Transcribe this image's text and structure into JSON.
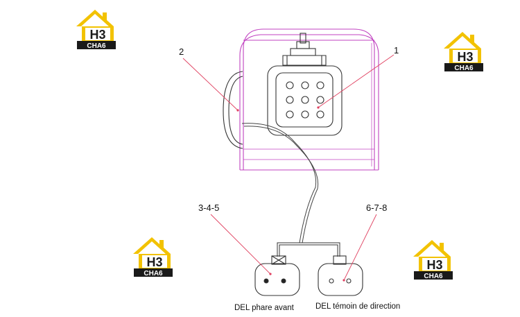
{
  "watermark": {
    "mark": "H3",
    "word": "CHA6",
    "icon": "house-logo-icon",
    "colors": {
      "yellow": "#f2c200",
      "black": "#1a1a1a"
    }
  },
  "callouts": {
    "c1": "1",
    "c2": "2",
    "c345": "3-4-5",
    "c678": "6-7-8"
  },
  "captions": {
    "left": "DEL phare avant",
    "right": "DEL témoin de direction"
  },
  "colors": {
    "housing": "#c040c0",
    "drawing": "#333333",
    "leader": "#e04060"
  }
}
